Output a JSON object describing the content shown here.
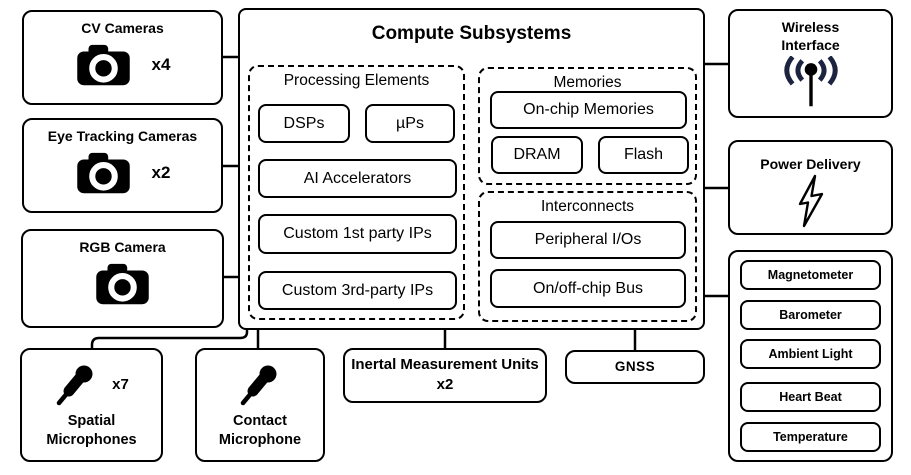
{
  "colors": {
    "line": "#000000",
    "box_border": "#000000",
    "background": "#ffffff",
    "antenna_arc": "#1c2440"
  },
  "compute": {
    "title": "Compute Subsystems",
    "groups": [
      {
        "name": "Processing Elements",
        "items": [
          "DSPs",
          "µPs",
          "AI Accelerators",
          "Custom 1st party IPs",
          "Custom 3rd-party IPs"
        ]
      },
      {
        "name": "Memories",
        "items": [
          "On-chip Memories",
          "DRAM",
          "Flash"
        ]
      },
      {
        "name": "Interconnects",
        "items": [
          "Peripheral I/Os",
          "On/off-chip Bus"
        ]
      }
    ]
  },
  "peripherals": {
    "cv_cameras": {
      "title": "CV Cameras",
      "count": "x4",
      "icon": "camera-icon"
    },
    "eye_tracking_cameras": {
      "title": "Eye Tracking Cameras",
      "count": "x2",
      "icon": "camera-icon"
    },
    "rgb_camera": {
      "title": "RGB Camera",
      "icon": "camera-icon"
    },
    "wireless_interface": {
      "title": "Wireless Interface",
      "icon": "antenna-icon"
    },
    "power_delivery": {
      "title": "Power Delivery",
      "icon": "lightning-bolt-icon"
    },
    "sensor_hub": {
      "items": [
        "Magnetometer",
        "Barometer",
        "Ambient Light",
        "Heart Beat",
        "Temperature"
      ]
    },
    "spatial_microphones": {
      "title": "Spatial Microphones",
      "count": "x7",
      "icon": "microphone-icon"
    },
    "contact_microphone": {
      "title": "Contact Microphone",
      "icon": "microphone-icon"
    },
    "imu": {
      "title": "Inertal Measurement Units",
      "count": "x2"
    },
    "gnss": {
      "title": "GNSS"
    }
  }
}
